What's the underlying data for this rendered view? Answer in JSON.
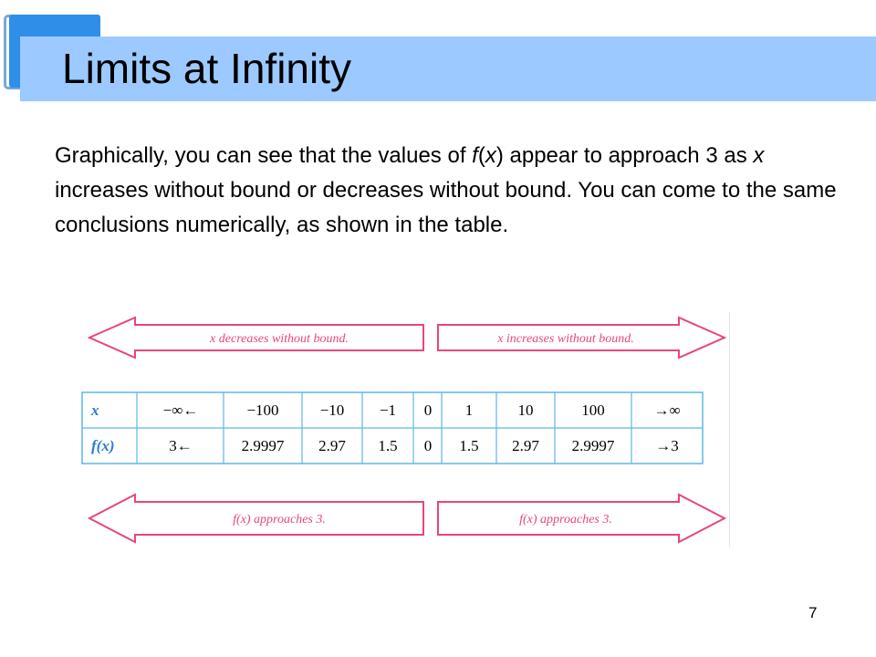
{
  "slide": {
    "title": "Limits at Infinity",
    "body": {
      "p1": "Graphically, you can see that the values of ",
      "fx_f": "f",
      "fx_open": "(",
      "fx_x": "x",
      "fx_close": ")",
      "p2": " appear to approach 3 as ",
      "x_var": "x",
      "p3": " increases without bound or decreases without bound. You can come to the same conclusions numerically, as shown in the table."
    },
    "page_number": "7"
  },
  "figure": {
    "top_left_arrow": "x decreases without bound.",
    "top_right_arrow": "x increases without bound.",
    "bottom_left_arrow": "f(x) approaches 3.",
    "bottom_right_arrow": "f(x) approaches 3.",
    "table": {
      "row_headers": [
        "x",
        "f(x)"
      ],
      "x_values": [
        "−∞←",
        "−100",
        "−10",
        "−1",
        "0",
        "1",
        "10",
        "100",
        "→∞"
      ],
      "fx_values": [
        "3←",
        "2.9997",
        "2.97",
        "1.5",
        "0",
        "1.5",
        "2.97",
        "2.9997",
        "→3"
      ]
    },
    "colors": {
      "arrow_stroke": "#e8457c",
      "table_border": "#5bb8e6",
      "row_header_text": "#2b7bd4"
    }
  }
}
